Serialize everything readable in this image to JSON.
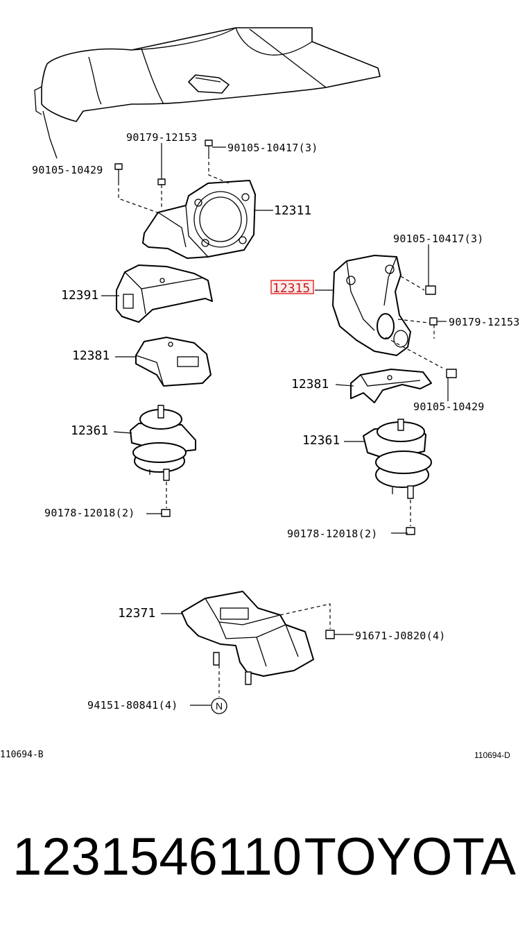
{
  "diagram": {
    "callouts": {
      "p90179_12153_top": "90179-12153",
      "p90105_10417_top": "90105-10417(3)",
      "p90105_10429_left": "90105-10429",
      "p12311": "12311",
      "p12391": "12391",
      "p12381_left": "12381",
      "p12361_left": "12361",
      "p90178_left": "90178-12018(2)",
      "p90105_10417_right": "90105-10417(3)",
      "p12315": "12315",
      "p90179_12153_right": "90179-12153",
      "p12381_right": "12381",
      "p90105_10429_right": "90105-10429",
      "p12361_right": "12361",
      "p90178_right": "90178-12018(2)",
      "p12371": "12371",
      "p91671": "91671-J0820(4)",
      "p94151": "94151-80841(4)",
      "n_marker": "N"
    },
    "ref_codes": {
      "left": "110694-B",
      "right": "110694-D"
    },
    "highlight_color": "#e03030"
  },
  "footer": {
    "part_number": "1231546110",
    "brand": "TOYOTA"
  }
}
